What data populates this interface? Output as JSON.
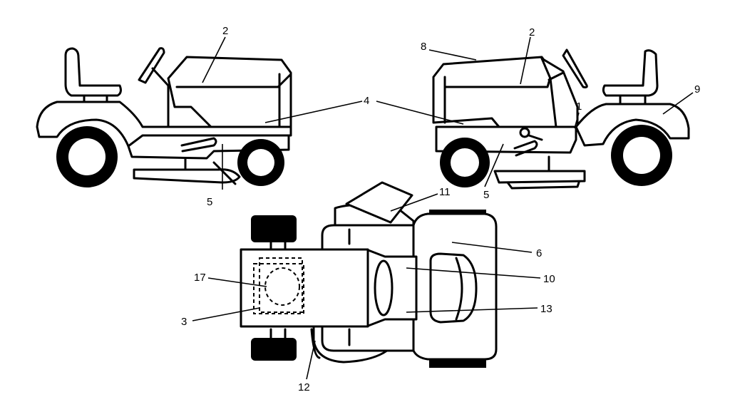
{
  "callouts": {
    "left_view": {
      "hood": "2",
      "side_panel": "4",
      "frame": "5"
    },
    "right_view": {
      "hood_front": "8",
      "hood": "2",
      "side_panel": "4",
      "frame": "5",
      "lever": "1",
      "fender": "9"
    },
    "top_view": {
      "chute": "11",
      "rear_fender": "6",
      "mid_upper": "10",
      "mid_lower": "13",
      "battery_tray": "17",
      "hood_top": "3",
      "deck_edge": "12"
    }
  }
}
